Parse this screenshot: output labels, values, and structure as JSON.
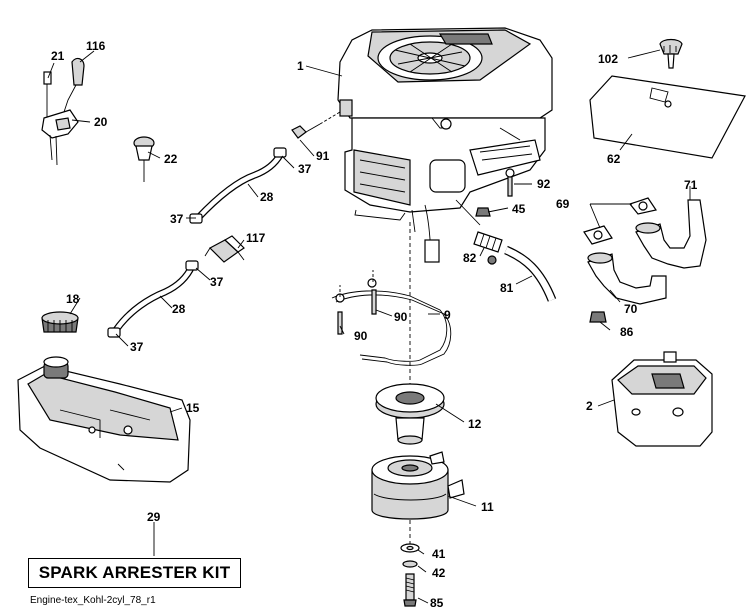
{
  "diagram": {
    "kit_label": "SPARK ARRESTER KIT",
    "diagram_id": "Engine-tex_Kohl-2cyl_78_r1",
    "callouts": {
      "c1": "1",
      "c116": "116",
      "c21": "21",
      "c20": "20",
      "c22": "22",
      "c91": "91",
      "c37a": "37",
      "c28a": "28",
      "c37b": "37",
      "c117": "117",
      "c37c": "37",
      "c28b": "28",
      "c18": "18",
      "c37d": "37",
      "c15": "15",
      "c29": "29",
      "c92": "92",
      "c45": "45",
      "c82": "82",
      "c81": "81",
      "c9": "9",
      "c90a": "90",
      "c90b": "90",
      "c12": "12",
      "c11": "11",
      "c41": "41",
      "c42": "42",
      "c85": "85",
      "c102": "102",
      "c62": "62",
      "c69": "69",
      "c71": "71",
      "c70": "70",
      "c86": "86",
      "c2": "2"
    }
  }
}
